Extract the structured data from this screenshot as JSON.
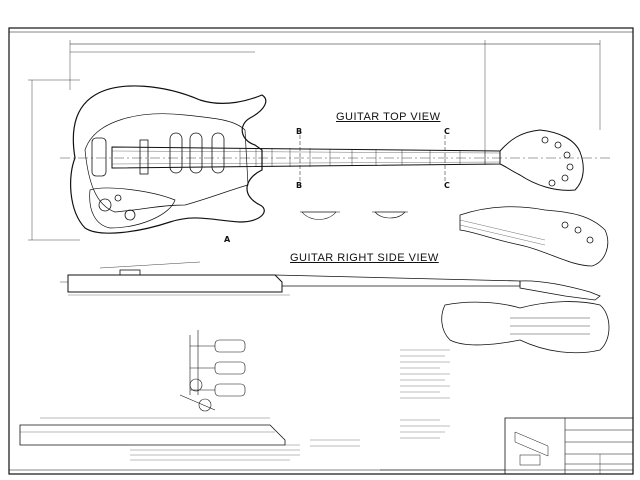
{
  "views": {
    "top_view_title": "GUITAR TOP VIEW",
    "side_view_title": "GUITAR RIGHT SIDE VIEW"
  },
  "section_markers": {
    "b": "B",
    "c": "C",
    "a": "A"
  }
}
